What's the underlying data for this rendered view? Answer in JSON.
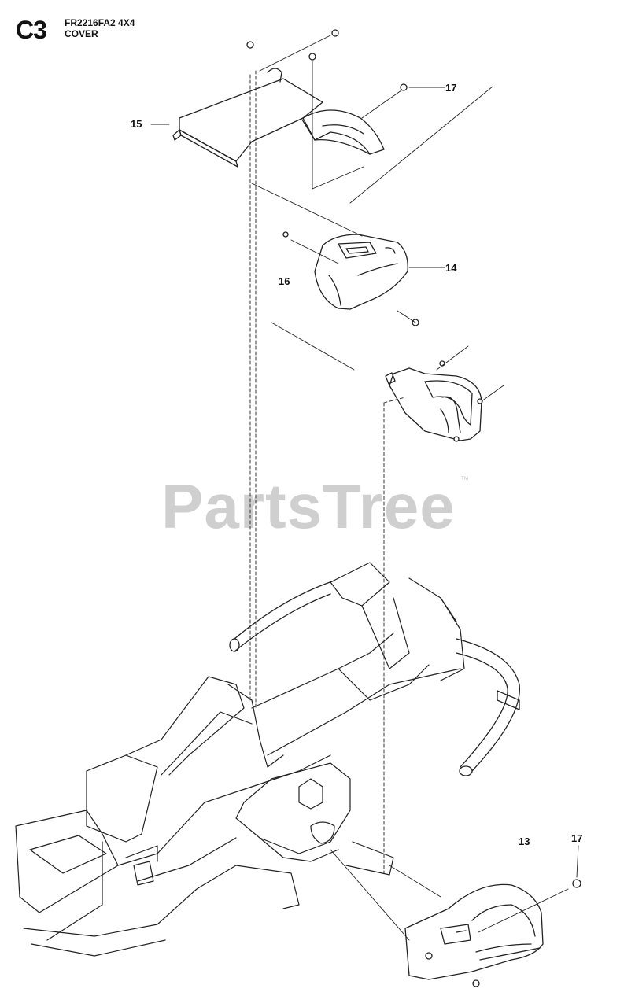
{
  "header": {
    "section": "C3",
    "model": "FR2216FA2 4X4",
    "title": "COVER"
  },
  "callouts": [
    "15",
    "17",
    "14",
    "16",
    "13",
    "17"
  ],
  "watermark": {
    "text": "PartsTree",
    "trademark": "™"
  }
}
